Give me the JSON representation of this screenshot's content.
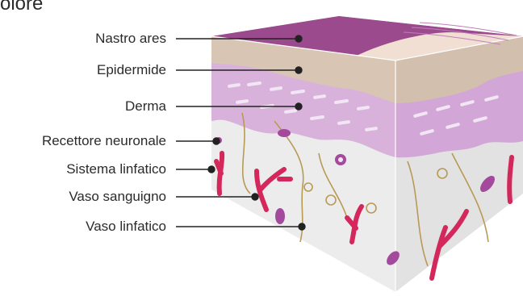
{
  "title": "olore",
  "labels": [
    "Nastro ares",
    "Epidermide",
    "Derma",
    "Recettore neuronale",
    "Sistema linfatico",
    "Vaso sanguigno",
    "Vaso linfatico"
  ],
  "colors": {
    "tape": "#9a4a8c",
    "epidermis": "#d9c5b4",
    "dermis": "#d9b2dc",
    "hypodermis": "#ececec",
    "vessel": "#d4285c",
    "nerve": "#b89a55",
    "receptor": "#a34a9c",
    "leader": "#222222"
  }
}
